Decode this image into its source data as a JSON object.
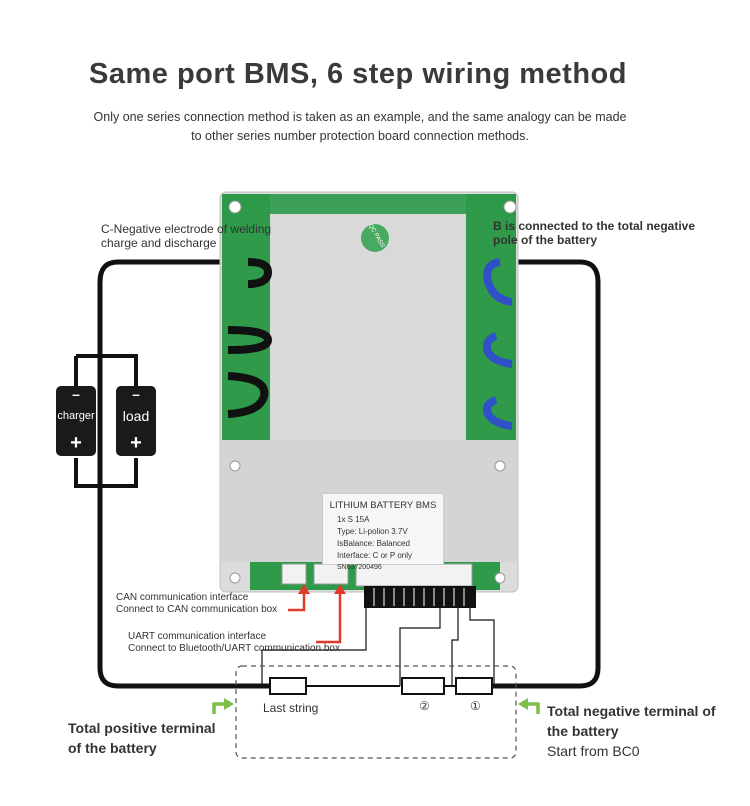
{
  "title": "Same port BMS, 6 step wiring method",
  "subtitle_line1": "Only one series connection method is taken as an example, and the same analogy can be made",
  "subtitle_line2": "to other series number protection board connection methods.",
  "left_top_label_line1": "C-Negative electrode of welding",
  "left_top_label_line2": "charge and discharge",
  "right_top_label_line1": "B is connected to the total negative",
  "right_top_label_line2": "pole of the battery",
  "battery_left": {
    "name": "charger",
    "minus": "–",
    "plus": "+"
  },
  "battery_right": {
    "name": "load",
    "minus": "–",
    "plus": "+"
  },
  "board_stamp": "QC PASS",
  "board_label": {
    "title": "LITHIUM BATTERY BMS",
    "row1": "1x   S      15A",
    "row2": "Type:    Li-polion 3.7V",
    "row3": "IsBalance:  Balanced",
    "row4": "Interface:  C or P only",
    "row5": "SN637200496"
  },
  "can_line1": "CAN communication interface",
  "can_line2": "Connect to CAN communication box",
  "uart_line1": "UART communication interface",
  "uart_line2": "Connect to Bluetooth/UART communication box",
  "cell_last": "Last string",
  "cell_2": "②",
  "cell_1": "①",
  "total_pos_line1": "Total positive terminal",
  "total_pos_line2": "of the battery",
  "total_neg_line1": "Total negative terminal of",
  "total_neg_line2": "the battery",
  "total_neg_line3": "Start from BC0",
  "colors": {
    "board_green": "#2e9a4a",
    "board_metal": "#d9d9d9",
    "wire": "#111111",
    "blue_wire": "#3050c8",
    "arrow_red": "#e03a2a",
    "arrow_green": "#7cc04a"
  }
}
